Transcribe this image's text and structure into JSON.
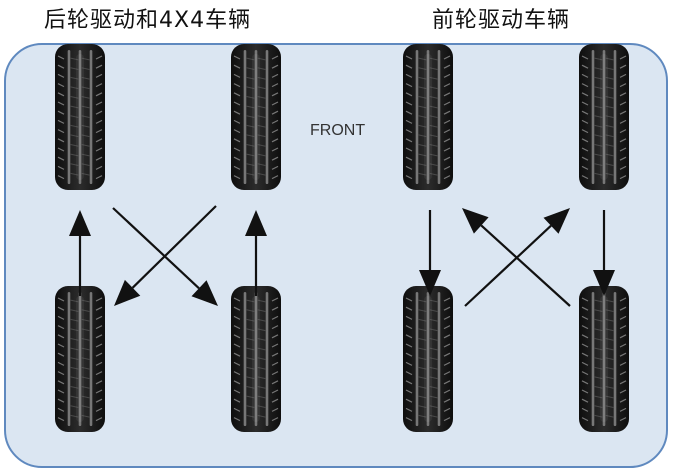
{
  "titles": {
    "rear_wheel_drive_4x4": "后轮驱动和4X4车辆",
    "front_wheel_drive": "前轮驱动车辆"
  },
  "front_label": "FRONT",
  "colors": {
    "panel_fill": "#dbe6f2",
    "panel_border": "#5f89bf",
    "tire_dark": "#1b1b1b",
    "tread_groove": "#777777",
    "arrow": "#111111"
  },
  "tire_icon": "tire-icon",
  "rotation_patterns": {
    "rear_wheel_drive_4x4": {
      "front_left": "rear_left",
      "front_right": "rear_right",
      "rear_left": "front_right",
      "rear_right": "front_left"
    },
    "front_wheel_drive": {
      "front_left": "rear_right",
      "front_right": "rear_left",
      "rear_left": "front_left",
      "rear_right": "front_right"
    }
  }
}
